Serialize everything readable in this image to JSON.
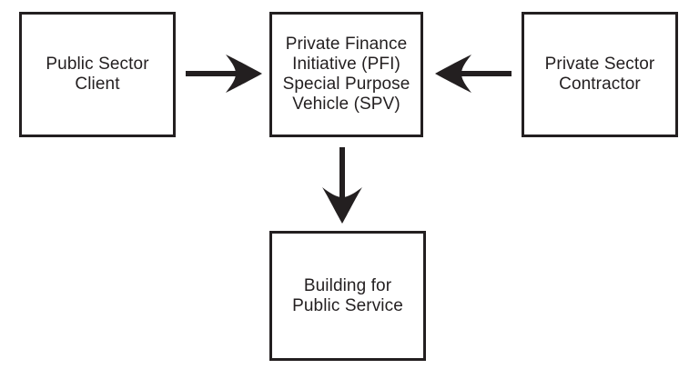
{
  "diagram": {
    "background_color": "#ffffff",
    "ink_color": "#231f20",
    "boxes": {
      "public_client": {
        "id": "public-sector-client",
        "line1": "Public Sector",
        "line2": "Client"
      },
      "pfi_spv": {
        "id": "pfi-spv",
        "line1": "Private Finance",
        "line2": "Initiative (PFI)",
        "line3": "Special Purpose",
        "line4": "Vehicle (SPV)"
      },
      "private_contractor": {
        "id": "private-sector-contractor",
        "line1": "Private Sector",
        "line2": "Contractor"
      },
      "building_service": {
        "id": "building-for-public-service",
        "line1": "Building for",
        "line2": "Public Service"
      }
    },
    "arrows": [
      {
        "id": "public-to-spv",
        "from": "Public Sector Client",
        "to": "Private Finance Initiative (PFI) Special Purpose Vehicle (SPV)",
        "direction": "right"
      },
      {
        "id": "contractor-to-spv",
        "from": "Private Sector Contractor",
        "to": "Private Finance Initiative (PFI) Special Purpose Vehicle (SPV)",
        "direction": "left"
      },
      {
        "id": "spv-to-building",
        "from": "Private Finance Initiative (PFI) Special Purpose Vehicle (SPV)",
        "to": "Building for Public Service",
        "direction": "down"
      }
    ]
  }
}
